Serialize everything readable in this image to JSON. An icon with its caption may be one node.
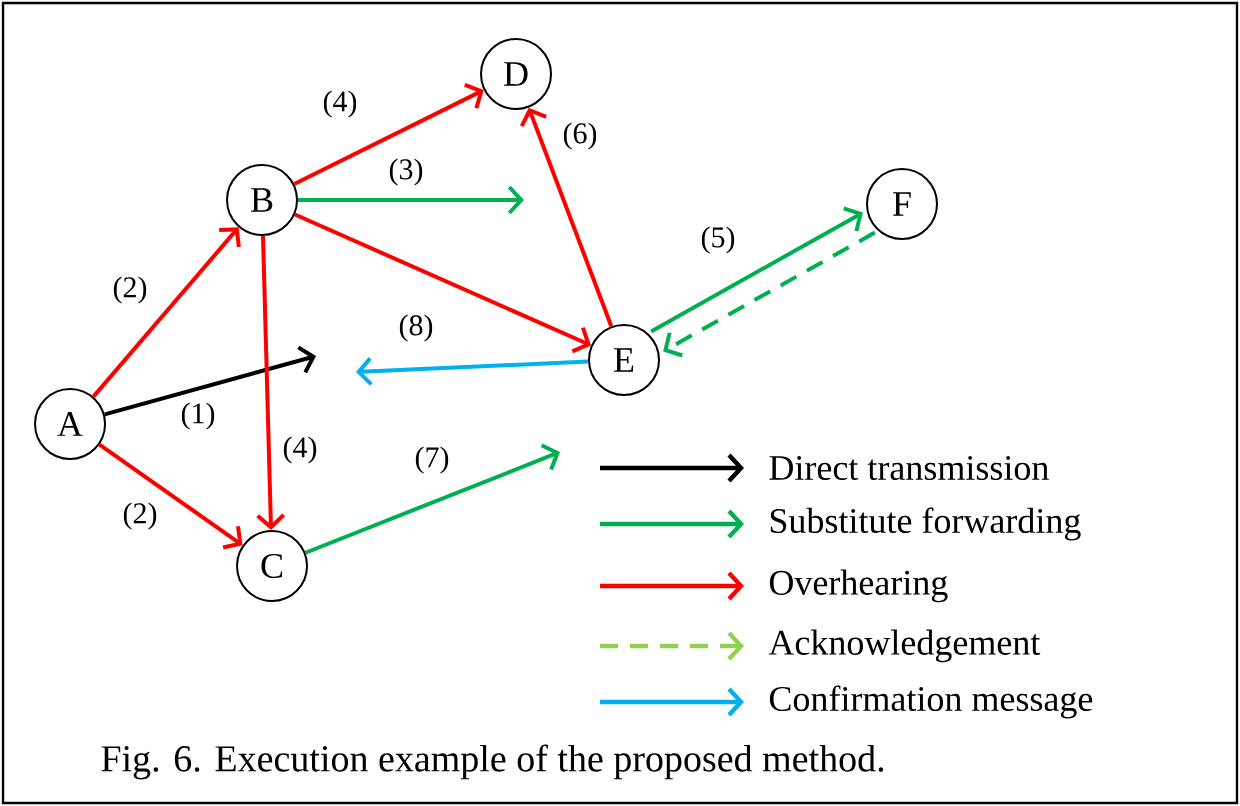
{
  "diagram": {
    "caption": "Fig. 6. Execution example of the proposed method.",
    "nodes": [
      {
        "text": [
          "A"
        ]
      },
      {
        "text": [
          "B"
        ]
      },
      {
        "text": [
          "C"
        ]
      },
      {
        "text": [
          "D"
        ]
      },
      {
        "text": [
          "E"
        ]
      },
      {
        "text": [
          "F"
        ]
      }
    ],
    "edges": [
      {
        "from": 0,
        "to": 1,
        "arrow": "to",
        "label": "(2)"
      },
      {
        "from": 0,
        "to": 2,
        "arrow": "to",
        "label": "(2)"
      },
      {
        "from": 0,
        "to": null,
        "arrow": "to",
        "label": "(1)",
        "color": "#000000"
      },
      {
        "from": 1,
        "to": 3,
        "arrow": "to",
        "label": "(4)"
      },
      {
        "from": 1,
        "to": null,
        "arrow": "to",
        "label": "(3)",
        "color": "#00b050"
      },
      {
        "from": 1,
        "to": 4,
        "arrow": "to"
      },
      {
        "from": 1,
        "to": 2,
        "arrow": "to",
        "label": "(4)"
      },
      {
        "from": 4,
        "to": 5,
        "arrow": "to",
        "label": "(5)",
        "color": "#00b050"
      },
      {
        "from": 5,
        "to": 4,
        "arrow": "to",
        "style": "dashed",
        "color": "#00b050"
      },
      {
        "from": 4,
        "to": 3,
        "arrow": "to",
        "label": "(6)"
      },
      {
        "from": 2,
        "to": null,
        "arrow": "to",
        "label": "(7)",
        "color": "#00b050"
      },
      {
        "from": 4,
        "to": null,
        "arrow": "to",
        "label": "(8)",
        "color": "#00b0f0"
      }
    ],
    "legend": [
      {
        "text": "Direct transmission"
      },
      {
        "text": "Substitute forwarding"
      },
      {
        "text": "Overhearing"
      },
      {
        "text": "Acknowledgement"
      },
      {
        "text": "Confirmation message"
      }
    ]
  }
}
